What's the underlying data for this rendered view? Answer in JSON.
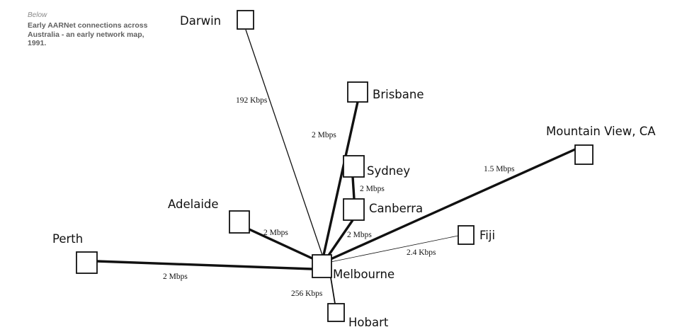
{
  "caption": {
    "kicker": "Below",
    "text": "Early AARNet connections across Australia - an early network map, 1991."
  },
  "nodes": {
    "darwin": {
      "name": "Darwin"
    },
    "brisbane": {
      "name": "Brisbane"
    },
    "sydney": {
      "name": "Sydney"
    },
    "canberra": {
      "name": "Canberra"
    },
    "adelaide": {
      "name": "Adelaide"
    },
    "perth": {
      "name": "Perth"
    },
    "melbourne": {
      "name": "Melbourne"
    },
    "hobart": {
      "name": "Hobart"
    },
    "fiji": {
      "name": "Fiji"
    },
    "mountain_view": {
      "name": "Mountain View, CA"
    }
  },
  "links": {
    "darwin_melbourne": {
      "from": "Darwin",
      "to": "Melbourne",
      "speed": "192 Kbps"
    },
    "brisbane_melbourne": {
      "from": "Brisbane",
      "to": "Melbourne",
      "speed": "2 Mbps"
    },
    "sydney_canberra": {
      "from": "Sydney",
      "to": "Canberra",
      "speed": "2 Mbps"
    },
    "canberra_melbourne": {
      "from": "Canberra",
      "to": "Melbourne",
      "speed": "2 Mbps"
    },
    "adelaide_melbourne": {
      "from": "Adelaide",
      "to": "Melbourne",
      "speed": "2 Mbps"
    },
    "perth_melbourne": {
      "from": "Perth",
      "to": "Melbourne",
      "speed": "2 Mbps"
    },
    "melbourne_hobart": {
      "from": "Melbourne",
      "to": "Hobart",
      "speed": "256 Kbps"
    },
    "melbourne_fiji": {
      "from": "Melbourne",
      "to": "Fiji",
      "speed": "2.4 Kbps"
    },
    "melbourne_mountain_view": {
      "from": "Melbourne",
      "to": "Mountain View, CA",
      "speed": "1.5 Mbps"
    }
  }
}
